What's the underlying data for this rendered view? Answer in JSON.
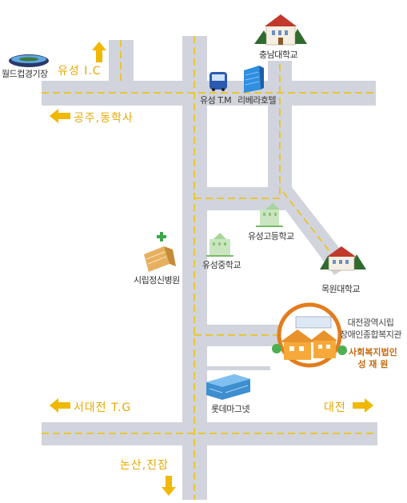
{
  "colors": {
    "road": "#d1d4dc",
    "road_center_line": "#f0c000",
    "direction_text": "#e8a800",
    "arrow": "#f0b800",
    "highlight_ring": "#e37c1c",
    "org_text": "#c46a10"
  },
  "directions": {
    "yuseong_ic": "유성 I.C",
    "gongju": "공주,동학사",
    "seodaejeon": "서대전 T.G",
    "daejeon": "대전",
    "nonsan": "논산,진잠"
  },
  "landmarks": {
    "world_cup_stadium": "월드컵경기장",
    "chungnam_univ": "충남대학교",
    "yuseong_terminal": "유성 T.M",
    "riviera_hotel": "리베라호텔",
    "yuseong_high": "유성고등학교",
    "yuseong_middle": "유성중학교",
    "city_hospital": "시립정신병원",
    "mokwon_univ": "목원대학교",
    "lotte_mart": "롯데마그넷"
  },
  "destination": {
    "line1": "대전광역시립",
    "line2": "장애인종합복지관",
    "org_line1": "사회복지법인",
    "org_line2": "성 재 원"
  },
  "icons": {
    "stadium": "stadium-icon",
    "university": "university-building-icon",
    "bus": "bus-icon",
    "hotel": "hotel-building-icon",
    "school": "school-building-icon",
    "hospital": "hospital-icon",
    "mart": "mart-building-icon",
    "welfare_center": "welfare-center-icon",
    "arrow_up": "arrow-up-icon",
    "arrow_left": "arrow-left-icon",
    "arrow_right": "arrow-right-icon",
    "arrow_down": "arrow-down-icon"
  }
}
